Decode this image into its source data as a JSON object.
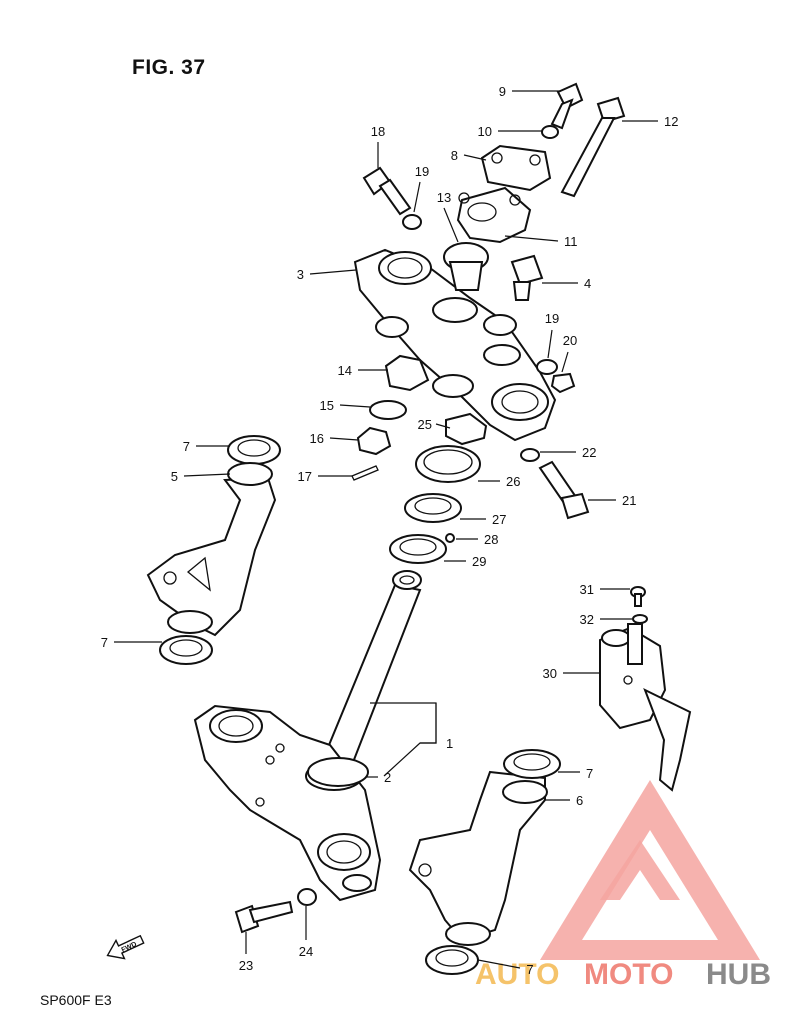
{
  "title": "FIG. 37",
  "model_code": "SP600F  E3",
  "fwd_label": "FWD",
  "watermark": {
    "word_auto": "AUTO",
    "word_moto": "MOTO",
    "word_hub": "HUB",
    "colors": {
      "auto": "#f5c36a",
      "moto": "#f08a80",
      "hub": "#8a8a8a",
      "mark": "#f5a5a0"
    }
  },
  "part_numbers": [
    "1",
    "2",
    "3",
    "4",
    "5",
    "6",
    "7",
    "8",
    "9",
    "10",
    "11",
    "12",
    "13",
    "14",
    "15",
    "16",
    "17",
    "18",
    "19",
    "20",
    "21",
    "22",
    "23",
    "24",
    "25",
    "26",
    "27",
    "28",
    "29",
    "30",
    "31",
    "32"
  ],
  "callouts": [
    {
      "id": "9",
      "label": "9"
    },
    {
      "id": "10",
      "label": "10"
    },
    {
      "id": "12",
      "label": "12"
    },
    {
      "id": "8",
      "label": "8"
    },
    {
      "id": "18",
      "label": "18"
    },
    {
      "id": "19a",
      "label": "19"
    },
    {
      "id": "13",
      "label": "13"
    },
    {
      "id": "11",
      "label": "11"
    },
    {
      "id": "3",
      "label": "3"
    },
    {
      "id": "4",
      "label": "4"
    },
    {
      "id": "19b",
      "label": "19"
    },
    {
      "id": "20",
      "label": "20"
    },
    {
      "id": "14",
      "label": "14"
    },
    {
      "id": "15",
      "label": "15"
    },
    {
      "id": "25",
      "label": "25"
    },
    {
      "id": "16",
      "label": "16"
    },
    {
      "id": "22",
      "label": "22"
    },
    {
      "id": "7a",
      "label": "7"
    },
    {
      "id": "5",
      "label": "5"
    },
    {
      "id": "17",
      "label": "17"
    },
    {
      "id": "26",
      "label": "26"
    },
    {
      "id": "21",
      "label": "21"
    },
    {
      "id": "27",
      "label": "27"
    },
    {
      "id": "28",
      "label": "28"
    },
    {
      "id": "29",
      "label": "29"
    },
    {
      "id": "31",
      "label": "31"
    },
    {
      "id": "32",
      "label": "32"
    },
    {
      "id": "7b",
      "label": "7"
    },
    {
      "id": "30",
      "label": "30"
    },
    {
      "id": "1",
      "label": "1"
    },
    {
      "id": "2",
      "label": "2"
    },
    {
      "id": "7c",
      "label": "7"
    },
    {
      "id": "6",
      "label": "6"
    },
    {
      "id": "24",
      "label": "24"
    },
    {
      "id": "23",
      "label": "23"
    },
    {
      "id": "7d",
      "label": "7"
    }
  ]
}
